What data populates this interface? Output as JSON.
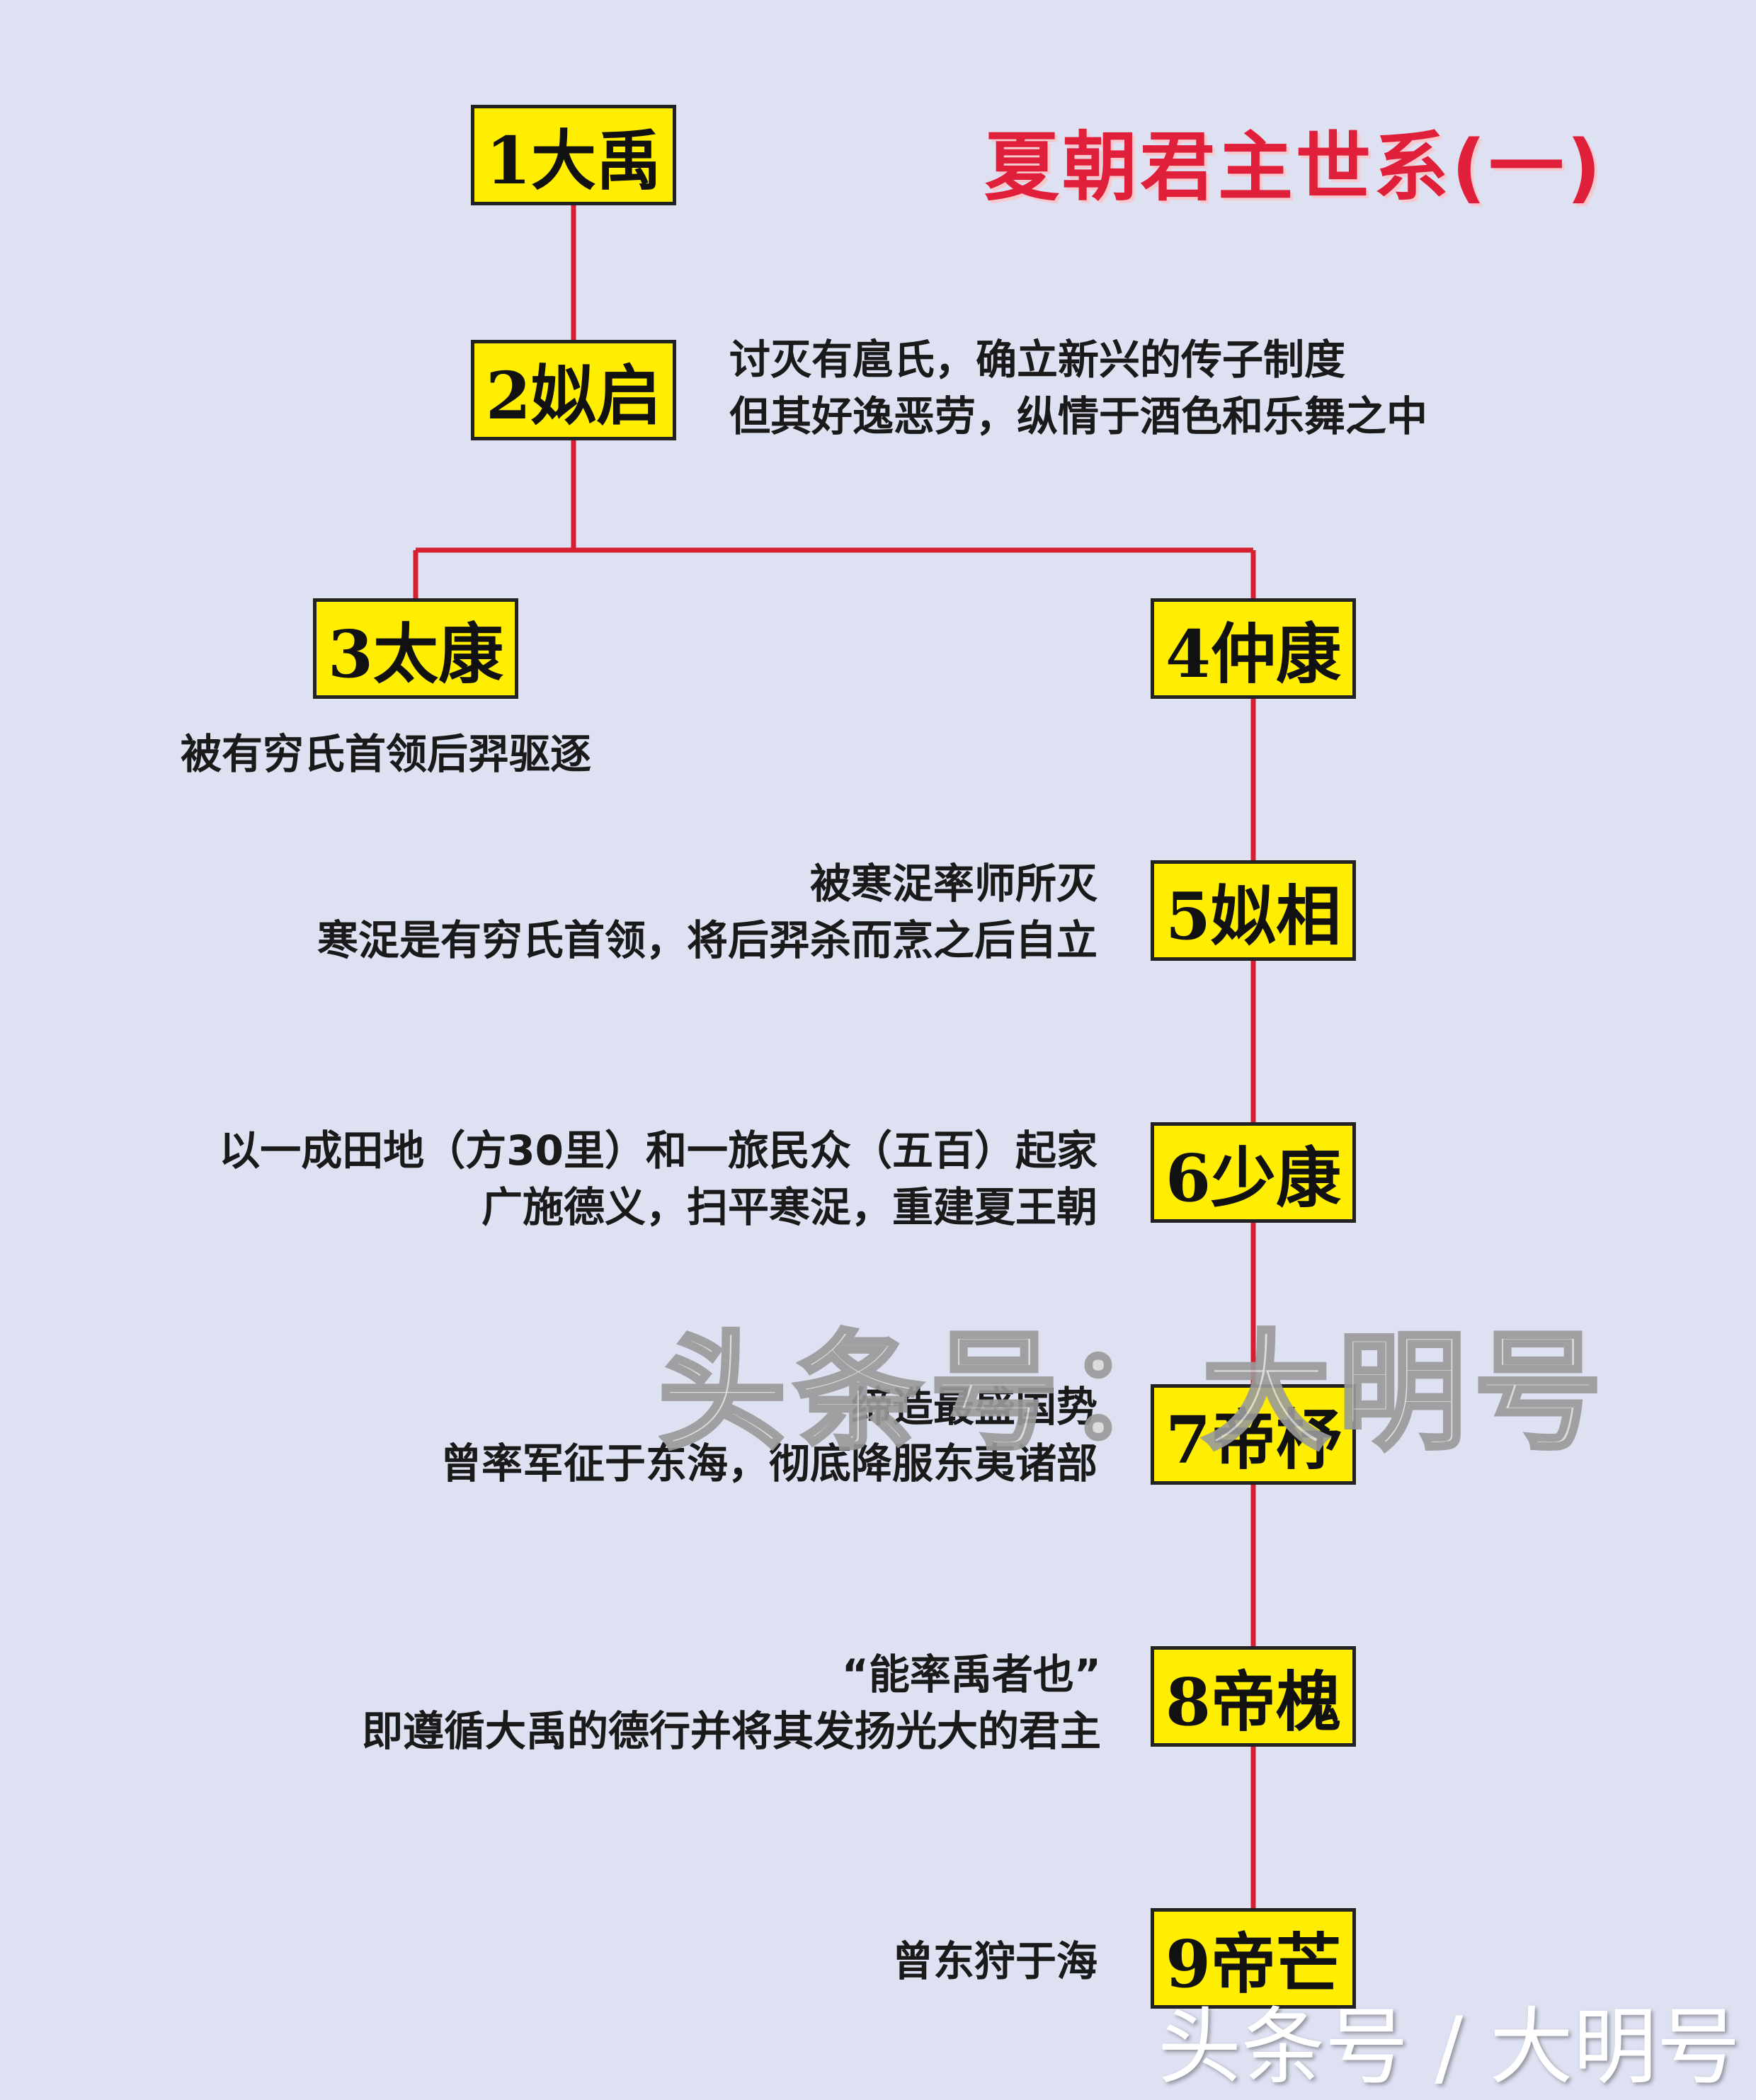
{
  "title": "夏朝君主世系(一)",
  "nodes": {
    "n1": "1大禹",
    "n2": "2姒启",
    "n3": "3太康",
    "n4": "4仲康",
    "n5": "5姒相",
    "n6": "6少康",
    "n7": "7帝杼",
    "n8": "8帝槐",
    "n9": "9帝芒"
  },
  "descriptions": {
    "d2": [
      "讨灭有扈氏，确立新兴的传子制度",
      "但其好逸恶劳，纵情于酒色和乐舞之中"
    ],
    "d3": [
      "被有穷氏首领后羿驱逐"
    ],
    "d5": [
      "被寒浞率师所灭",
      "寒浞是有穷氏首领，将后羿杀而烹之后自立"
    ],
    "d6": [
      "以一成田地（方30里）和一旅民众（五百）起家",
      "广施德义，扫平寒浞，重建夏王朝"
    ],
    "d7": [
      "缔造最盛国势",
      "曾率军征于东海，彻底降服东夷诸部"
    ],
    "d8": [
      "“能率禹者也”",
      "即遵循大禹的德行并将其发扬光大的君主"
    ],
    "d9": [
      "曾东狩于海"
    ]
  },
  "watermark": "头条号：大明号",
  "credit": "头条号 / 大明号",
  "colors": {
    "background": "#dde1f1",
    "node_fill": "#ffee00",
    "connector": "#d42030",
    "title": "#e0203a"
  }
}
